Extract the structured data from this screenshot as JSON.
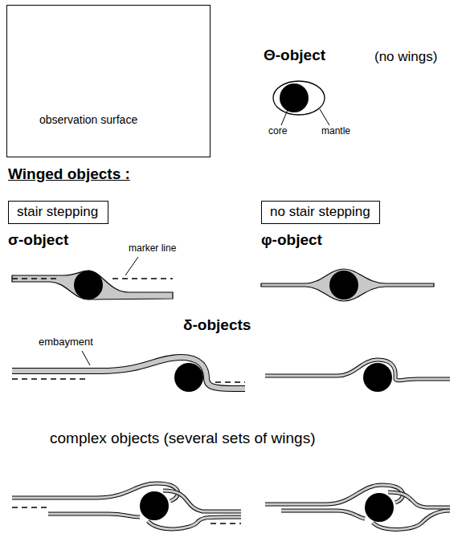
{
  "diagram": {
    "nodes": [
      {
        "text": [
          "observation surface"
        ]
      },
      {
        "text": [
          "stair stepping"
        ]
      },
      {
        "text": [
          "no stair stepping"
        ]
      }
    ],
    "labels": [
      "Θ-object",
      "(no wings)",
      "core",
      "mantle",
      "Winged objects :",
      "σ-object",
      "marker line",
      "φ-object",
      "δ-objects",
      "embayment",
      "complex objects (several sets of wings)"
    ]
  }
}
